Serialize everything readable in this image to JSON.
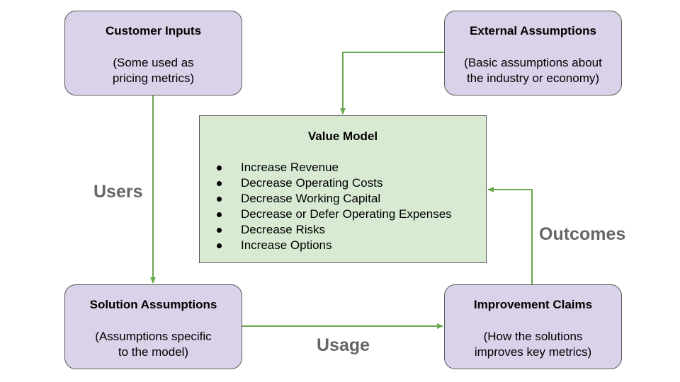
{
  "boxes": {
    "customer_inputs": {
      "title": "Customer Inputs",
      "line1": "(Some used as",
      "line2": "pricing metrics)"
    },
    "external_assumptions": {
      "title": "External Assumptions",
      "line1": "(Basic assumptions about",
      "line2": "the industry or economy)"
    },
    "solution_assumptions": {
      "title": "Solution Assumptions",
      "line1": "(Assumptions specific",
      "line2": "to the model)"
    },
    "improvement_claims": {
      "title": "Improvement Claims",
      "line1": "(How the solutions",
      "line2": "improves key metrics)"
    }
  },
  "value_model": {
    "title": "Value Model",
    "items": [
      "Increase Revenue",
      "Decrease Operating Costs",
      "Decrease Working Capital",
      "Decrease or Defer Operating Expenses",
      "Decrease Risks",
      "Increase Options"
    ]
  },
  "edge_labels": {
    "users": "Users",
    "outcomes": "Outcomes",
    "usage": "Usage"
  },
  "colors": {
    "box_fill": "#d9d2e9",
    "value_model_fill": "#d9ead3",
    "arrow": "#6aa84f",
    "edge_label_text": "#666666"
  }
}
